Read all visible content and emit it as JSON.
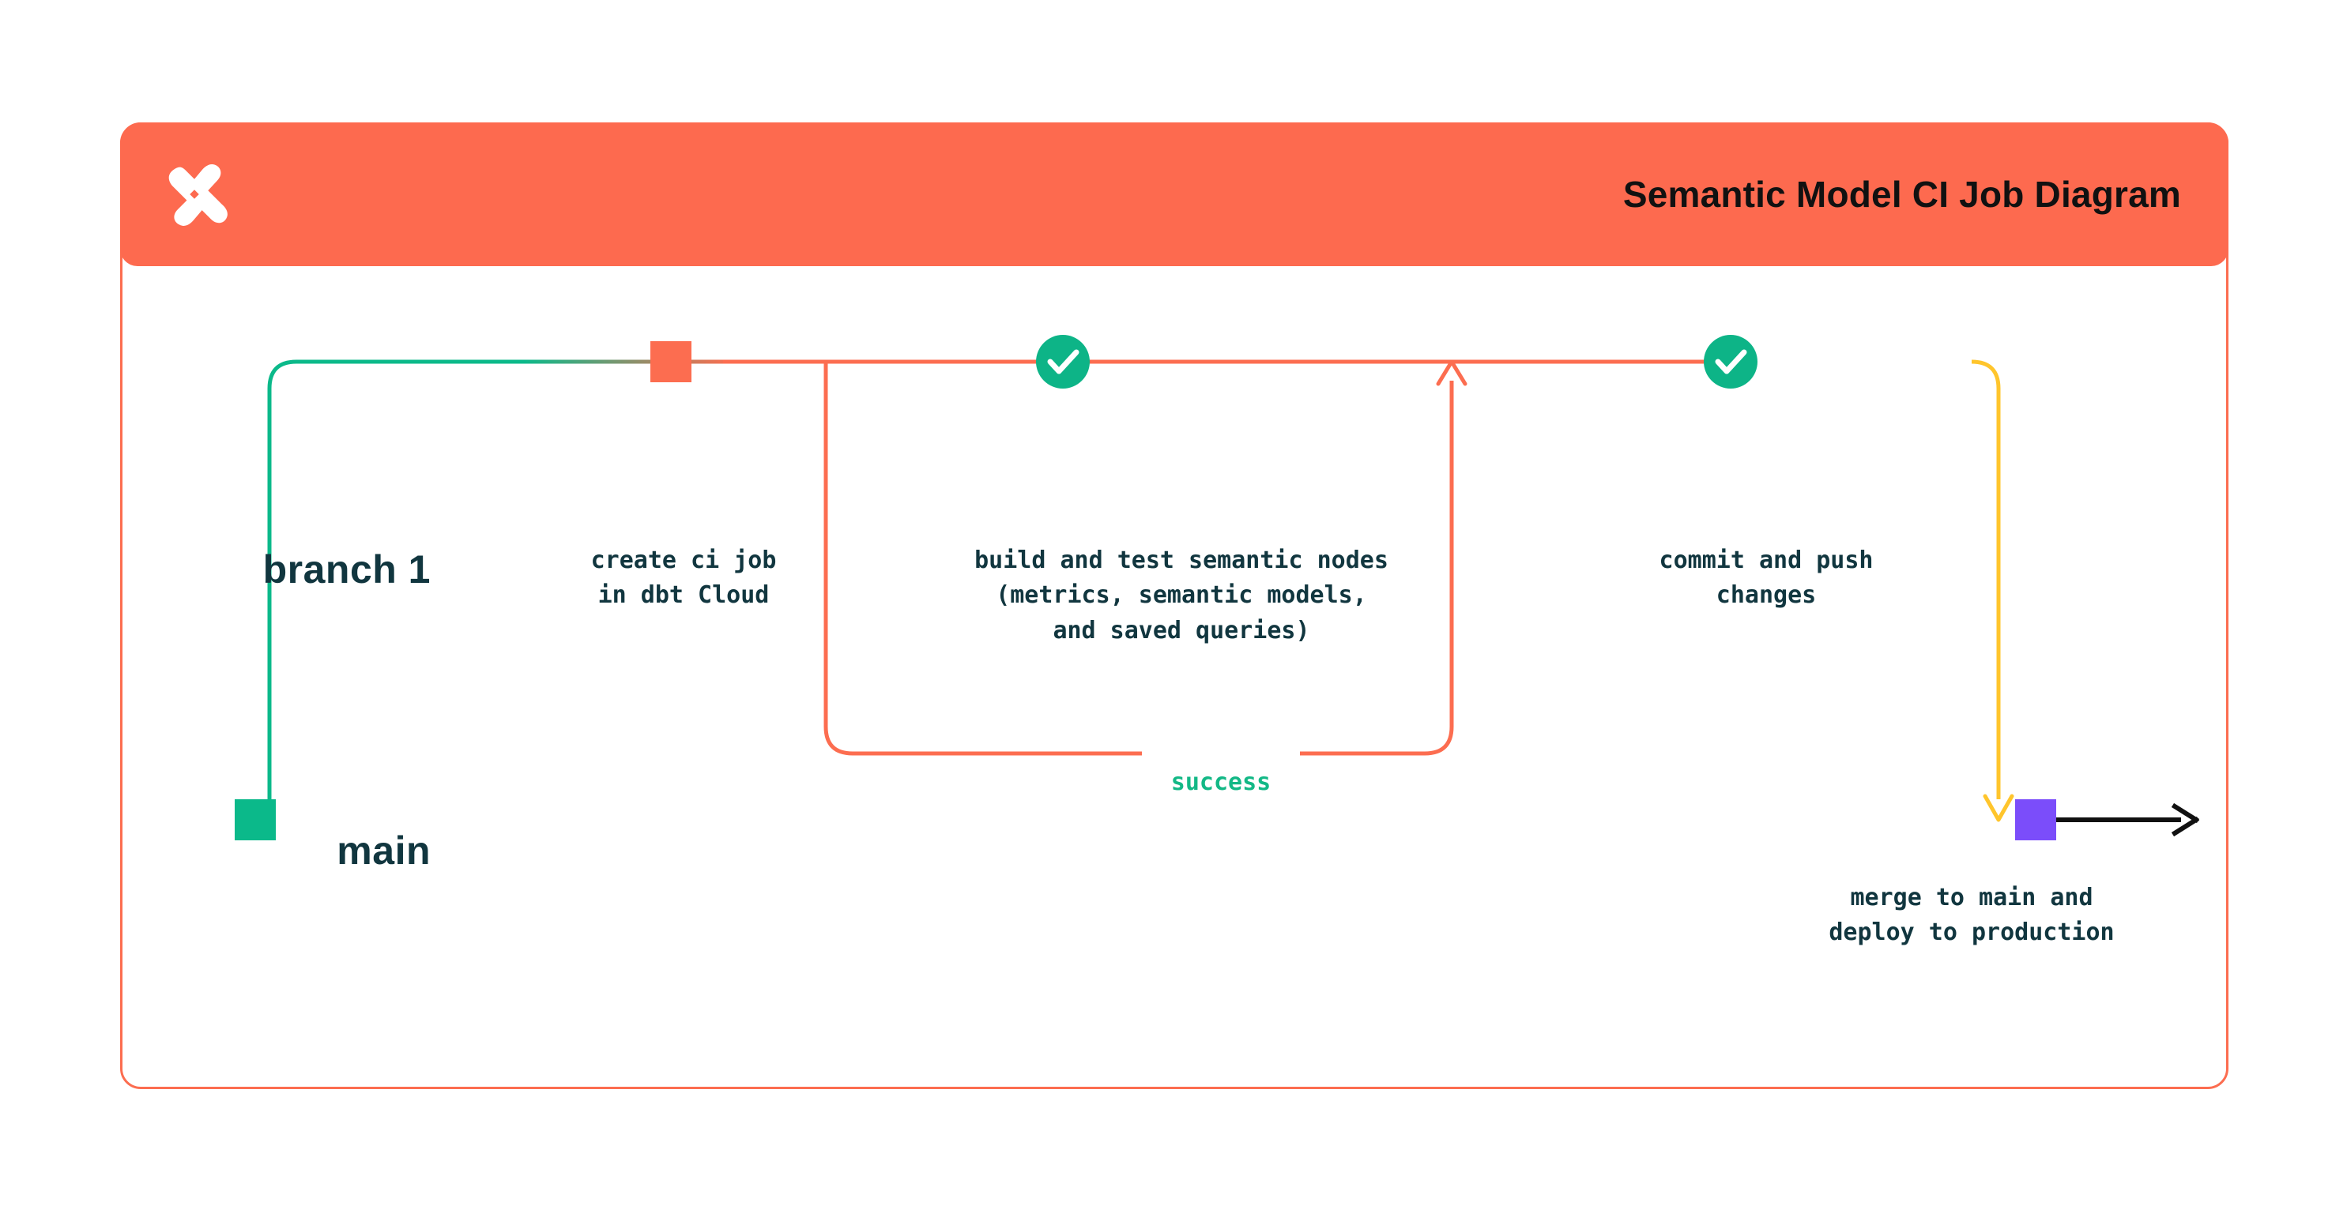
{
  "header": {
    "title": "Semantic Model CI Job Diagram",
    "logo_icon": "dbt-x-logo-icon",
    "background_color": "#fd6a4f"
  },
  "colors": {
    "brand_orange": "#fd6a4f",
    "line_red": "#fc6d50",
    "line_green": "#0bb98a",
    "line_yellow": "#ffc52c",
    "node_purple": "#7b4dfa",
    "check_green": "#0db487",
    "text_dark": "#11363f",
    "arrow_black": "#111111"
  },
  "lanes": [
    {
      "id": "branch-1",
      "label": "branch 1"
    },
    {
      "id": "main",
      "label": "main"
    }
  ],
  "nodes": [
    {
      "id": "create-ci-job",
      "lane": "branch-1",
      "marker": "square",
      "marker_color": "#fc6d50",
      "caption": "create ci job\nin dbt Cloud"
    },
    {
      "id": "build-and-test",
      "lane": "branch-1",
      "marker": "check-circle",
      "marker_color": "#0db487",
      "caption": "build and test semantic nodes\n(metrics, semantic models,\nand saved queries)"
    },
    {
      "id": "commit-and-push",
      "lane": "branch-1",
      "marker": "check-circle",
      "marker_color": "#0db487",
      "caption": "commit and push\nchanges"
    },
    {
      "id": "merge-to-main",
      "lane": "main",
      "marker": "square",
      "marker_color": "#7b4dfa",
      "caption": "merge to main and\ndeploy to production"
    },
    {
      "id": "main-start",
      "lane": "main",
      "marker": "square",
      "marker_color": "#0bb98a",
      "caption": ""
    }
  ],
  "edges": [
    {
      "id": "branch-off",
      "from": "main",
      "to": "branch-1",
      "label": "",
      "color": "#0bb98a"
    },
    {
      "id": "retry-loop",
      "from": "build-and-test",
      "to": "build-and-test",
      "label": "success",
      "color": "#fc6d50"
    },
    {
      "id": "merge-edge",
      "from": "commit-and-push",
      "to": "merge-to-main",
      "label": "",
      "color": "#ffc52c"
    },
    {
      "id": "continue-main",
      "from": "merge-to-main",
      "to": "",
      "label": "",
      "color": "#111111"
    }
  ],
  "labels": {
    "success": "success"
  }
}
